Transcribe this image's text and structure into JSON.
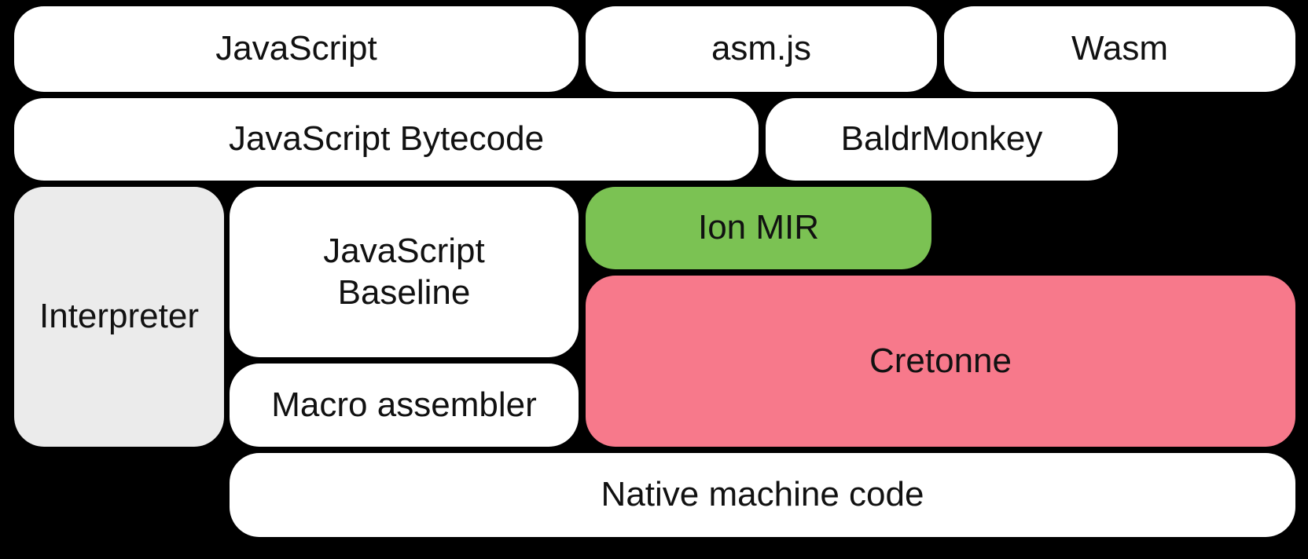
{
  "diagram": {
    "background": "#000000",
    "text_color": "#111111",
    "colors": {
      "white_box": "#ffffff",
      "gray_box": "#ebebeb",
      "green_box": "#7bc253",
      "pink_box": "#f7798b"
    },
    "boxes": [
      {
        "id": "javascript",
        "label": "JavaScript",
        "fill": "#ffffff"
      },
      {
        "id": "asmjs",
        "label": "asm.js",
        "fill": "#ffffff"
      },
      {
        "id": "wasm",
        "label": "Wasm",
        "fill": "#ffffff"
      },
      {
        "id": "bytecode",
        "label": "JavaScript Bytecode",
        "fill": "#ffffff"
      },
      {
        "id": "baldrmonkey",
        "label": "BaldrMonkey",
        "fill": "#ffffff"
      },
      {
        "id": "interpreter",
        "label": "Interpreter",
        "fill": "#ebebeb"
      },
      {
        "id": "baseline",
        "label": "JavaScript\nBaseline",
        "fill": "#ffffff"
      },
      {
        "id": "ionmir",
        "label": "Ion MIR",
        "fill": "#7bc253"
      },
      {
        "id": "cretonne",
        "label": "Cretonne",
        "fill": "#f7798b"
      },
      {
        "id": "macroassembler",
        "label": "Macro assembler",
        "fill": "#ffffff"
      },
      {
        "id": "nativecode",
        "label": "Native machine code",
        "fill": "#ffffff"
      }
    ]
  }
}
